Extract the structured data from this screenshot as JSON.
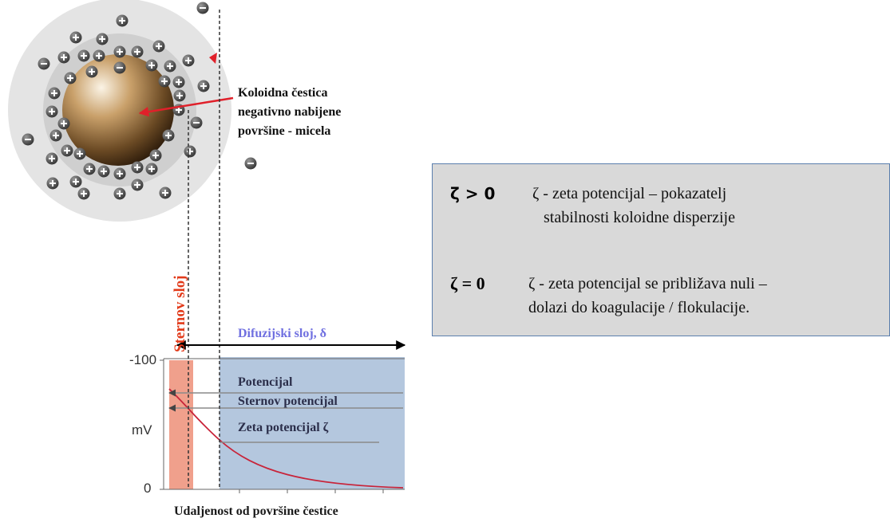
{
  "micelle": {
    "label_lines": [
      "Koloidna čestica",
      "negativno nabijene",
      "površine - micela"
    ]
  },
  "chart": {
    "stern_layer_label": "Sternov sloj",
    "diffuse_layer_label": "Difuzijski sloj, δ",
    "x_axis_title": "Udaljenost od površine čestice",
    "y_unit_label": "mV",
    "y_tick_top": "-100",
    "y_tick_bottom": "0",
    "potential_label": "Potencijal",
    "stern_potential_label": "Sternov potencijal",
    "zeta_potential_label": "Zeta potencijal ζ"
  },
  "info_box": {
    "row1_symbol": "ζ > 0",
    "row1_text_line1": "ζ - zeta potencijal – pokazatelj",
    "row1_text_line2": "stabilnosti koloidne disperzije",
    "row2_symbol": "ζ = 0",
    "row2_text_line1": "ζ - zeta potencijal se približava nuli –",
    "row2_text_line2": "dolazi do koagulacije / flokulacije."
  },
  "colors": {
    "stern_layer": "#f0a08c",
    "diffuse_layer": "#b4c7de",
    "curve": "#c8243a",
    "stern_text": "#e23a1a",
    "diffuse_text": "#6f6fe0"
  }
}
